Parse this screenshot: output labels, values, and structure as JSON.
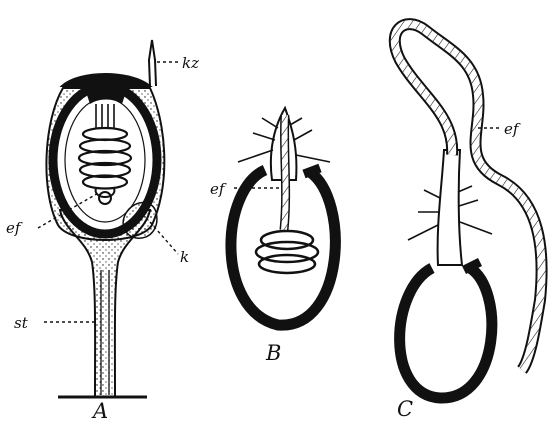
{
  "labels": {
    "kz": "kz",
    "ef_a": "ef",
    "k": "k",
    "st": "st",
    "ef_b": "ef",
    "ef_c": "ef"
  },
  "panels": {
    "a": "A",
    "b": "B",
    "c": "C"
  },
  "colors": {
    "ink": "#111111",
    "paper": "#ffffff"
  }
}
